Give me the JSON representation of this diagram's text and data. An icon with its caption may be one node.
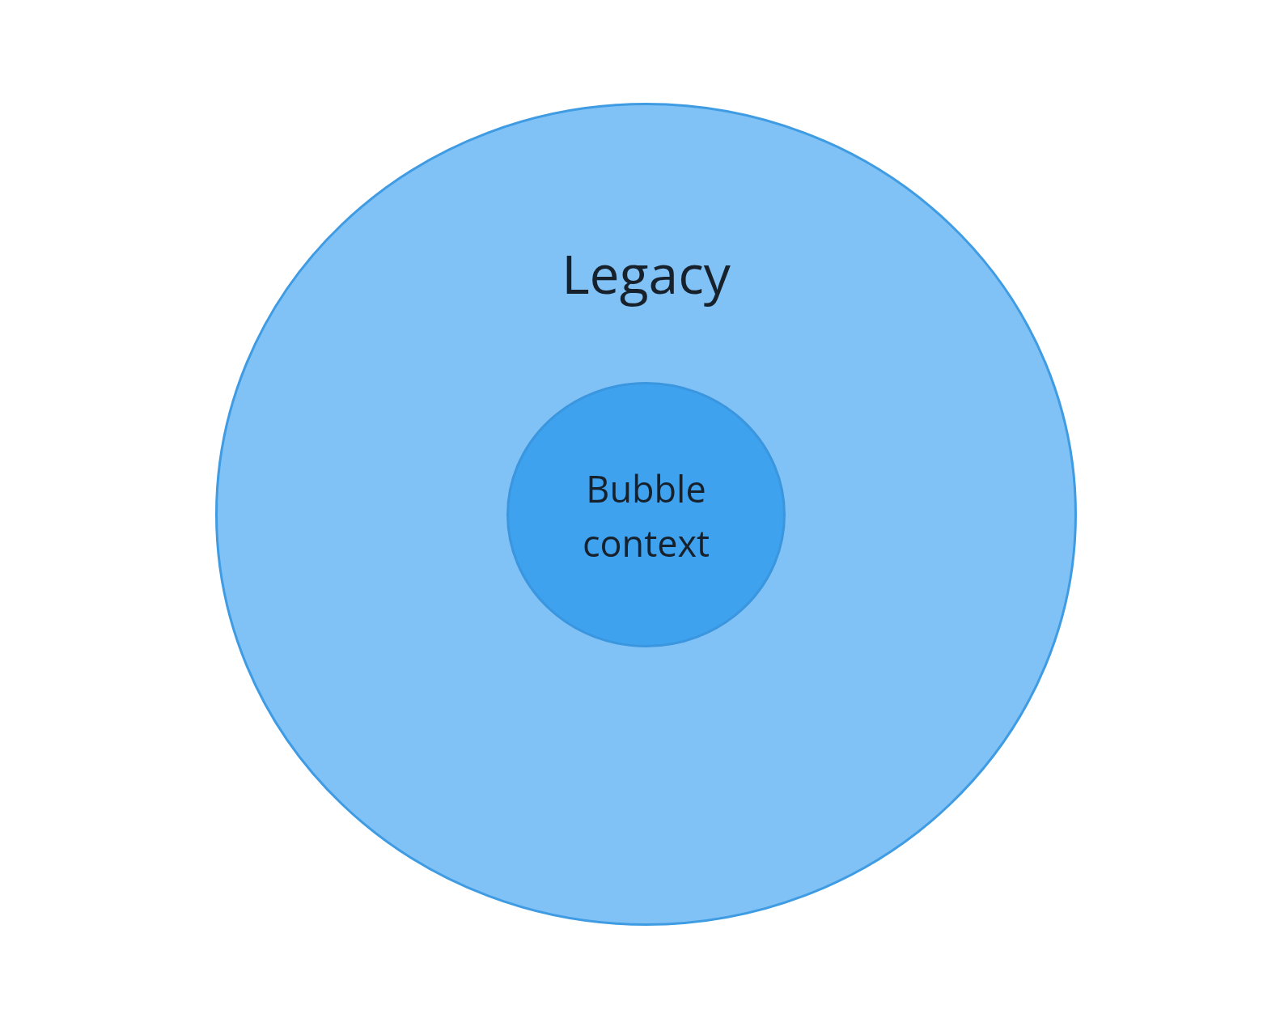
{
  "diagram": {
    "nodes": [
      {
        "text": [
          "Legacy"
        ]
      },
      {
        "text": [
          "Bubble context"
        ],
        "in": 0
      }
    ]
  }
}
